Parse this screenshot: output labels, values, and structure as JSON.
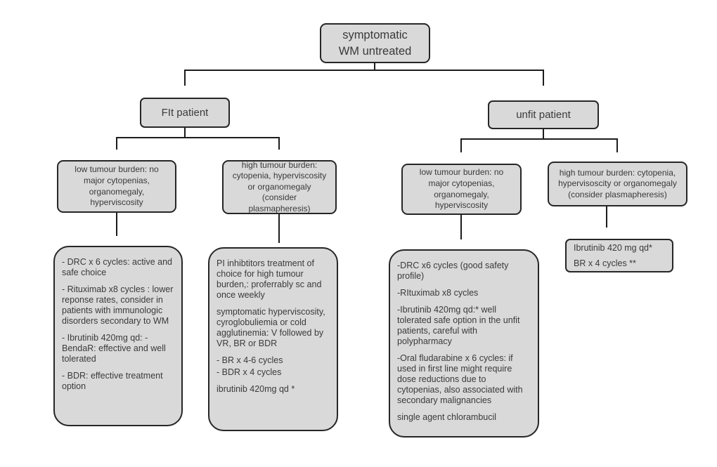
{
  "colors": {
    "background": "#ffffff",
    "box_fill": "#d9d9d9",
    "box_border": "#262626",
    "connector": "#1c1c1c",
    "text": "#3a3a3a"
  },
  "nodes": {
    "root": {
      "line1": "symptomatic",
      "line2": "WM untreated"
    },
    "fit": {
      "label": "FIt patient"
    },
    "unfit": {
      "label": "unfit patient"
    },
    "fit_low": {
      "label": "low tumour burden: no major cytopenias, organomegaly, hyperviscosity"
    },
    "fit_high": {
      "label": "high tumour burden: cytopenia, hyperviscosity or organomegaly (consider plasmapheresis)"
    },
    "unfit_low": {
      "label": "low tumour burden: no major cytopenias, organomegaly, hyperviscosity"
    },
    "unfit_high": {
      "label": "high tumour burden: cytopenia, hypervisoscity or organomegaly (consider plasmapheresis)"
    },
    "fit_low_treatment": {
      "paragraphs": [
        "- DRC x 6 cycles: active and safe choice",
        "- Rituximab x8 cycles : lower reponse rates, consider in patients with immunologic disorders secondary to WM",
        "- Ibrutinib 420mg qd: - BendaR: effective and well tolerated",
        "- BDR: effective treatment option"
      ]
    },
    "fit_high_treatment": {
      "paragraphs": [
        "PI inhibtitors treatment of choice for high tumour burden,: proferrably sc and once weekly",
        "symptomatic hyperviscosity, cyroglobuliemia or cold agglutinemia: V followed by VR, BR or BDR",
        "- BR x 4-6 cycles",
        "- BDR x 4 cycles",
        "ibrutinib 420mg qd *"
      ]
    },
    "unfit_low_treatment": {
      "paragraphs": [
        "-DRC x6 cycles (good safety profile)",
        "-RItuximab x8 cycles",
        "-Ibrutinib 420mg qd:* well tolerated safe option in the unfit patients, careful with polypharmacy",
        "-Oral fludarabine x 6 cycles: if used in first line might require dose reductions due to cytopenias, also associated with secondary malignancies",
        "single agent chlorambucil"
      ]
    },
    "unfit_high_treatment": {
      "paragraphs": [
        "Ibrutinib 420 mg qd*",
        "BR x 4 cycles **"
      ]
    }
  }
}
